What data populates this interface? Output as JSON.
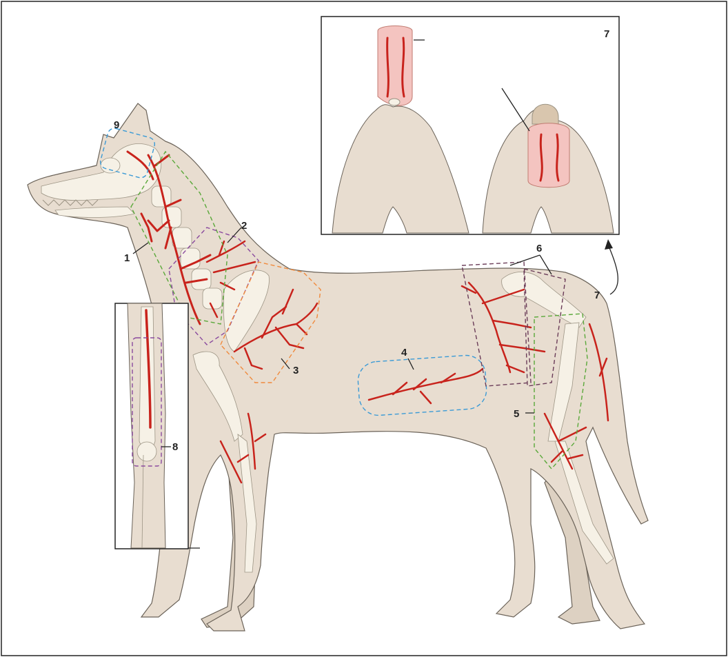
{
  "figure": {
    "labels": {
      "l1": "1",
      "l2": "2",
      "l3": "3",
      "l4": "4",
      "l5": "5",
      "l6": "6",
      "l7_inset": "7",
      "l7_body": "7",
      "l8": "8",
      "l9": "9"
    },
    "colors": {
      "skin": "#e8ddd0",
      "bone": "#f6f1e6",
      "vessel": "#c8231c",
      "zone_green": "#5aa83a",
      "zone_purple": "#8a4a9e",
      "zone_orange": "#f08a3c",
      "zone_blue": "#3a9ad6",
      "zone_darkpurple": "#6a3c58",
      "graft_pink": "#f4c4c0"
    }
  }
}
